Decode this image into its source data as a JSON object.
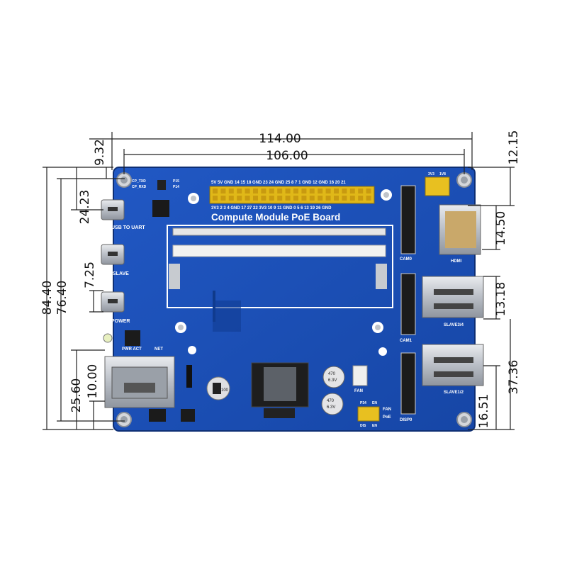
{
  "board": {
    "title": "Compute Module PoE Board",
    "gpio_top_labels": "5V  5V GND 14  15  18 GND 23  24 GND 25  8   7   1  GND 12 GND 16  20  21",
    "gpio_bottom_labels": "3V3  2   3   4  GND 17  27  22 3V3 10   9  11 GND  0   5   6  13  19  26 GND",
    "labels": {
      "usb_to_uart": "USB TO UART",
      "slave": "SLAVE",
      "power": "POWER",
      "pwr_act": "PWR ACT",
      "net": "NET",
      "cp_txd": "CP_TXD",
      "cp_rxd": "CP_RXD",
      "p15": "P15",
      "p14": "P14",
      "cam0": "CAM0",
      "cam1": "CAM1",
      "disp0": "DISP0",
      "hdmi": "HDMI",
      "slave34": "SLAVE3/4",
      "slave12": "SLAVE1/2",
      "v3v3": "3V3",
      "v1v8": "1V8",
      "fan": "FAN",
      "fan_r": "FAN",
      "poe": "PoE",
      "p34": "P34",
      "en": "EN",
      "dis": "DIS",
      "en2": "EN",
      "cap1_top": "470",
      "cap1_bot": "6.3V",
      "cap2_top": "470",
      "cap2_bot": "6.3V",
      "cap3": "100"
    },
    "colors": {
      "pcb": "#1a4fb8",
      "pcb_dark": "#123b8f",
      "header": "#e8c020",
      "silver": "#c8ccd2",
      "black": "#1b1b1b"
    }
  },
  "dimensions": {
    "d114": "114.00",
    "d106": "106.00",
    "d9_32": "9.32",
    "d12_15": "12.15",
    "d24_23": "24.23",
    "d7_25": "7.25",
    "d84_40": "84.40",
    "d76_40": "76.40",
    "d25_60": "25.60",
    "d10_00": "10.00",
    "d14_50": "14.50",
    "d13_18": "13.18",
    "d37_36": "37.36",
    "d16_51": "16.51"
  }
}
